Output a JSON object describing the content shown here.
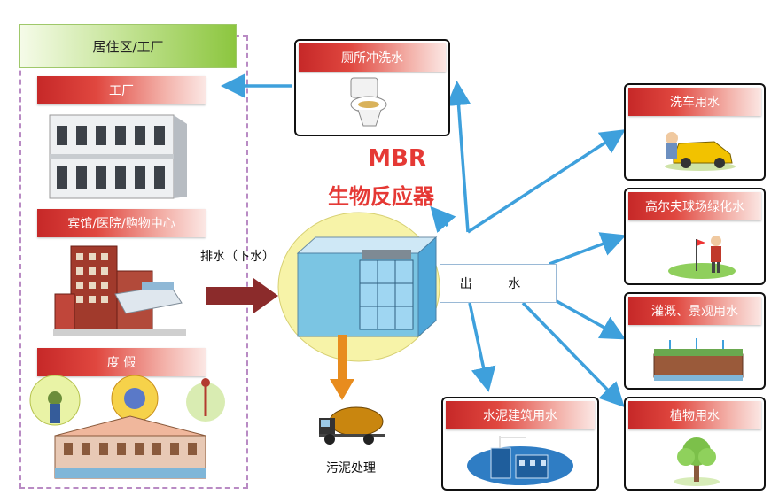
{
  "zone": {
    "header": "居住区/工厂"
  },
  "sources": [
    {
      "label": "工厂"
    },
    {
      "label": "宾馆/医院/购物中心"
    },
    {
      "label": "度 假"
    }
  ],
  "center": {
    "title_en": "MBR",
    "title_cn": "生物反应器",
    "inflow_label": "排水（下水）",
    "outlet_label": "出 水",
    "sludge_label": "污泥处理"
  },
  "uses": [
    {
      "label": "厕所冲洗水",
      "icon": "toilet-icon"
    },
    {
      "label": "洗车用水",
      "icon": "car-wash-icon"
    },
    {
      "label": "高尔夫球场绿化水",
      "icon": "golf-icon"
    },
    {
      "label": "灌溉、景观用水",
      "icon": "irrigation-icon"
    },
    {
      "label": "植物用水",
      "icon": "plant-icon"
    },
    {
      "label": "水泥建筑用水",
      "icon": "construction-icon"
    }
  ],
  "colors": {
    "label_red": "#d32f2f",
    "title_red": "#e53935",
    "arrow_blue": "#3ea0dc",
    "inflow_arrow": "#8b2b2b",
    "sludge_arrow": "#e88c1e",
    "circle_fill": "#f7f3a8",
    "zone_border": "#b98bc4"
  }
}
